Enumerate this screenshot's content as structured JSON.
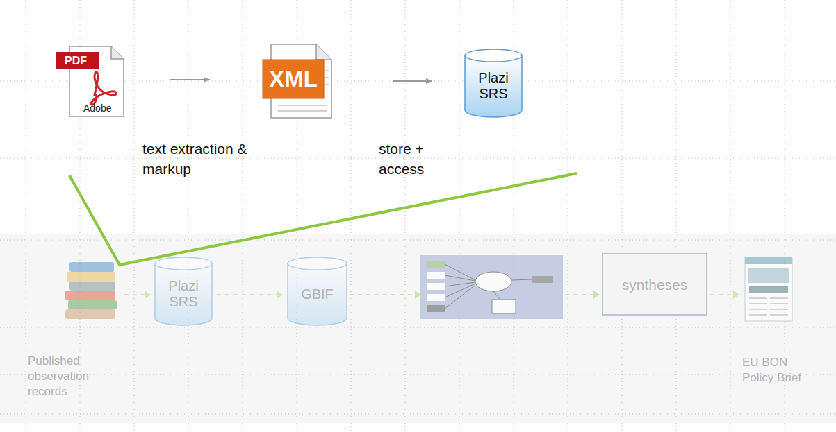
{
  "diagram": {
    "nodes": [
      {
        "text": [
          "PDF",
          "Adobe"
        ]
      },
      {
        "text": [
          "XML"
        ]
      },
      {
        "text": [
          "Plazi SRS"
        ]
      },
      {
        "text": [
          "Published observation records"
        ]
      },
      {
        "text": [
          "Plazi SRS"
        ]
      },
      {
        "text": [
          "GBIF"
        ]
      },
      {
        "text": [
          "syntheses"
        ]
      },
      {
        "text": [
          "EU BON Policy Brief"
        ]
      }
    ],
    "edges": [
      {
        "from": 0,
        "to": 1,
        "arrow": "to"
      },
      {
        "from": 1,
        "to": 2,
        "arrow": "to"
      },
      {
        "from": 3,
        "to": 4,
        "arrow": "to"
      },
      {
        "from": 4,
        "to": 5,
        "arrow": "to"
      },
      {
        "from": 6,
        "to": 7,
        "arrow": "to"
      }
    ],
    "labels": [
      "text extraction & markup",
      "store + access"
    ]
  }
}
